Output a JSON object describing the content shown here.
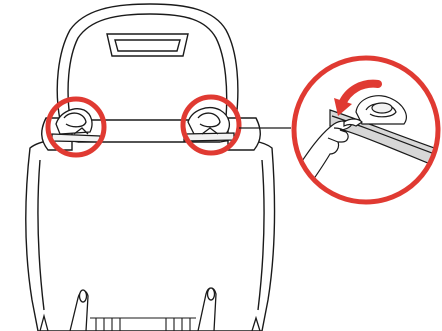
{
  "illustration": {
    "subject": "car-seat-back",
    "steps": [
      {
        "id": "left-headrest-guide",
        "highlight": "circle"
      },
      {
        "id": "right-headrest-guide",
        "highlight": "circle"
      },
      {
        "id": "detail-inset",
        "highlight": "circle",
        "shows": [
          "hand",
          "strap",
          "guide-clip",
          "arrow"
        ]
      }
    ]
  },
  "colors": {
    "line": "#1a1a1a",
    "highlight": "#e03a32",
    "fill": "#ffffff",
    "shade": "#f2f2f2",
    "strap_shade": "#d7d7d7"
  }
}
